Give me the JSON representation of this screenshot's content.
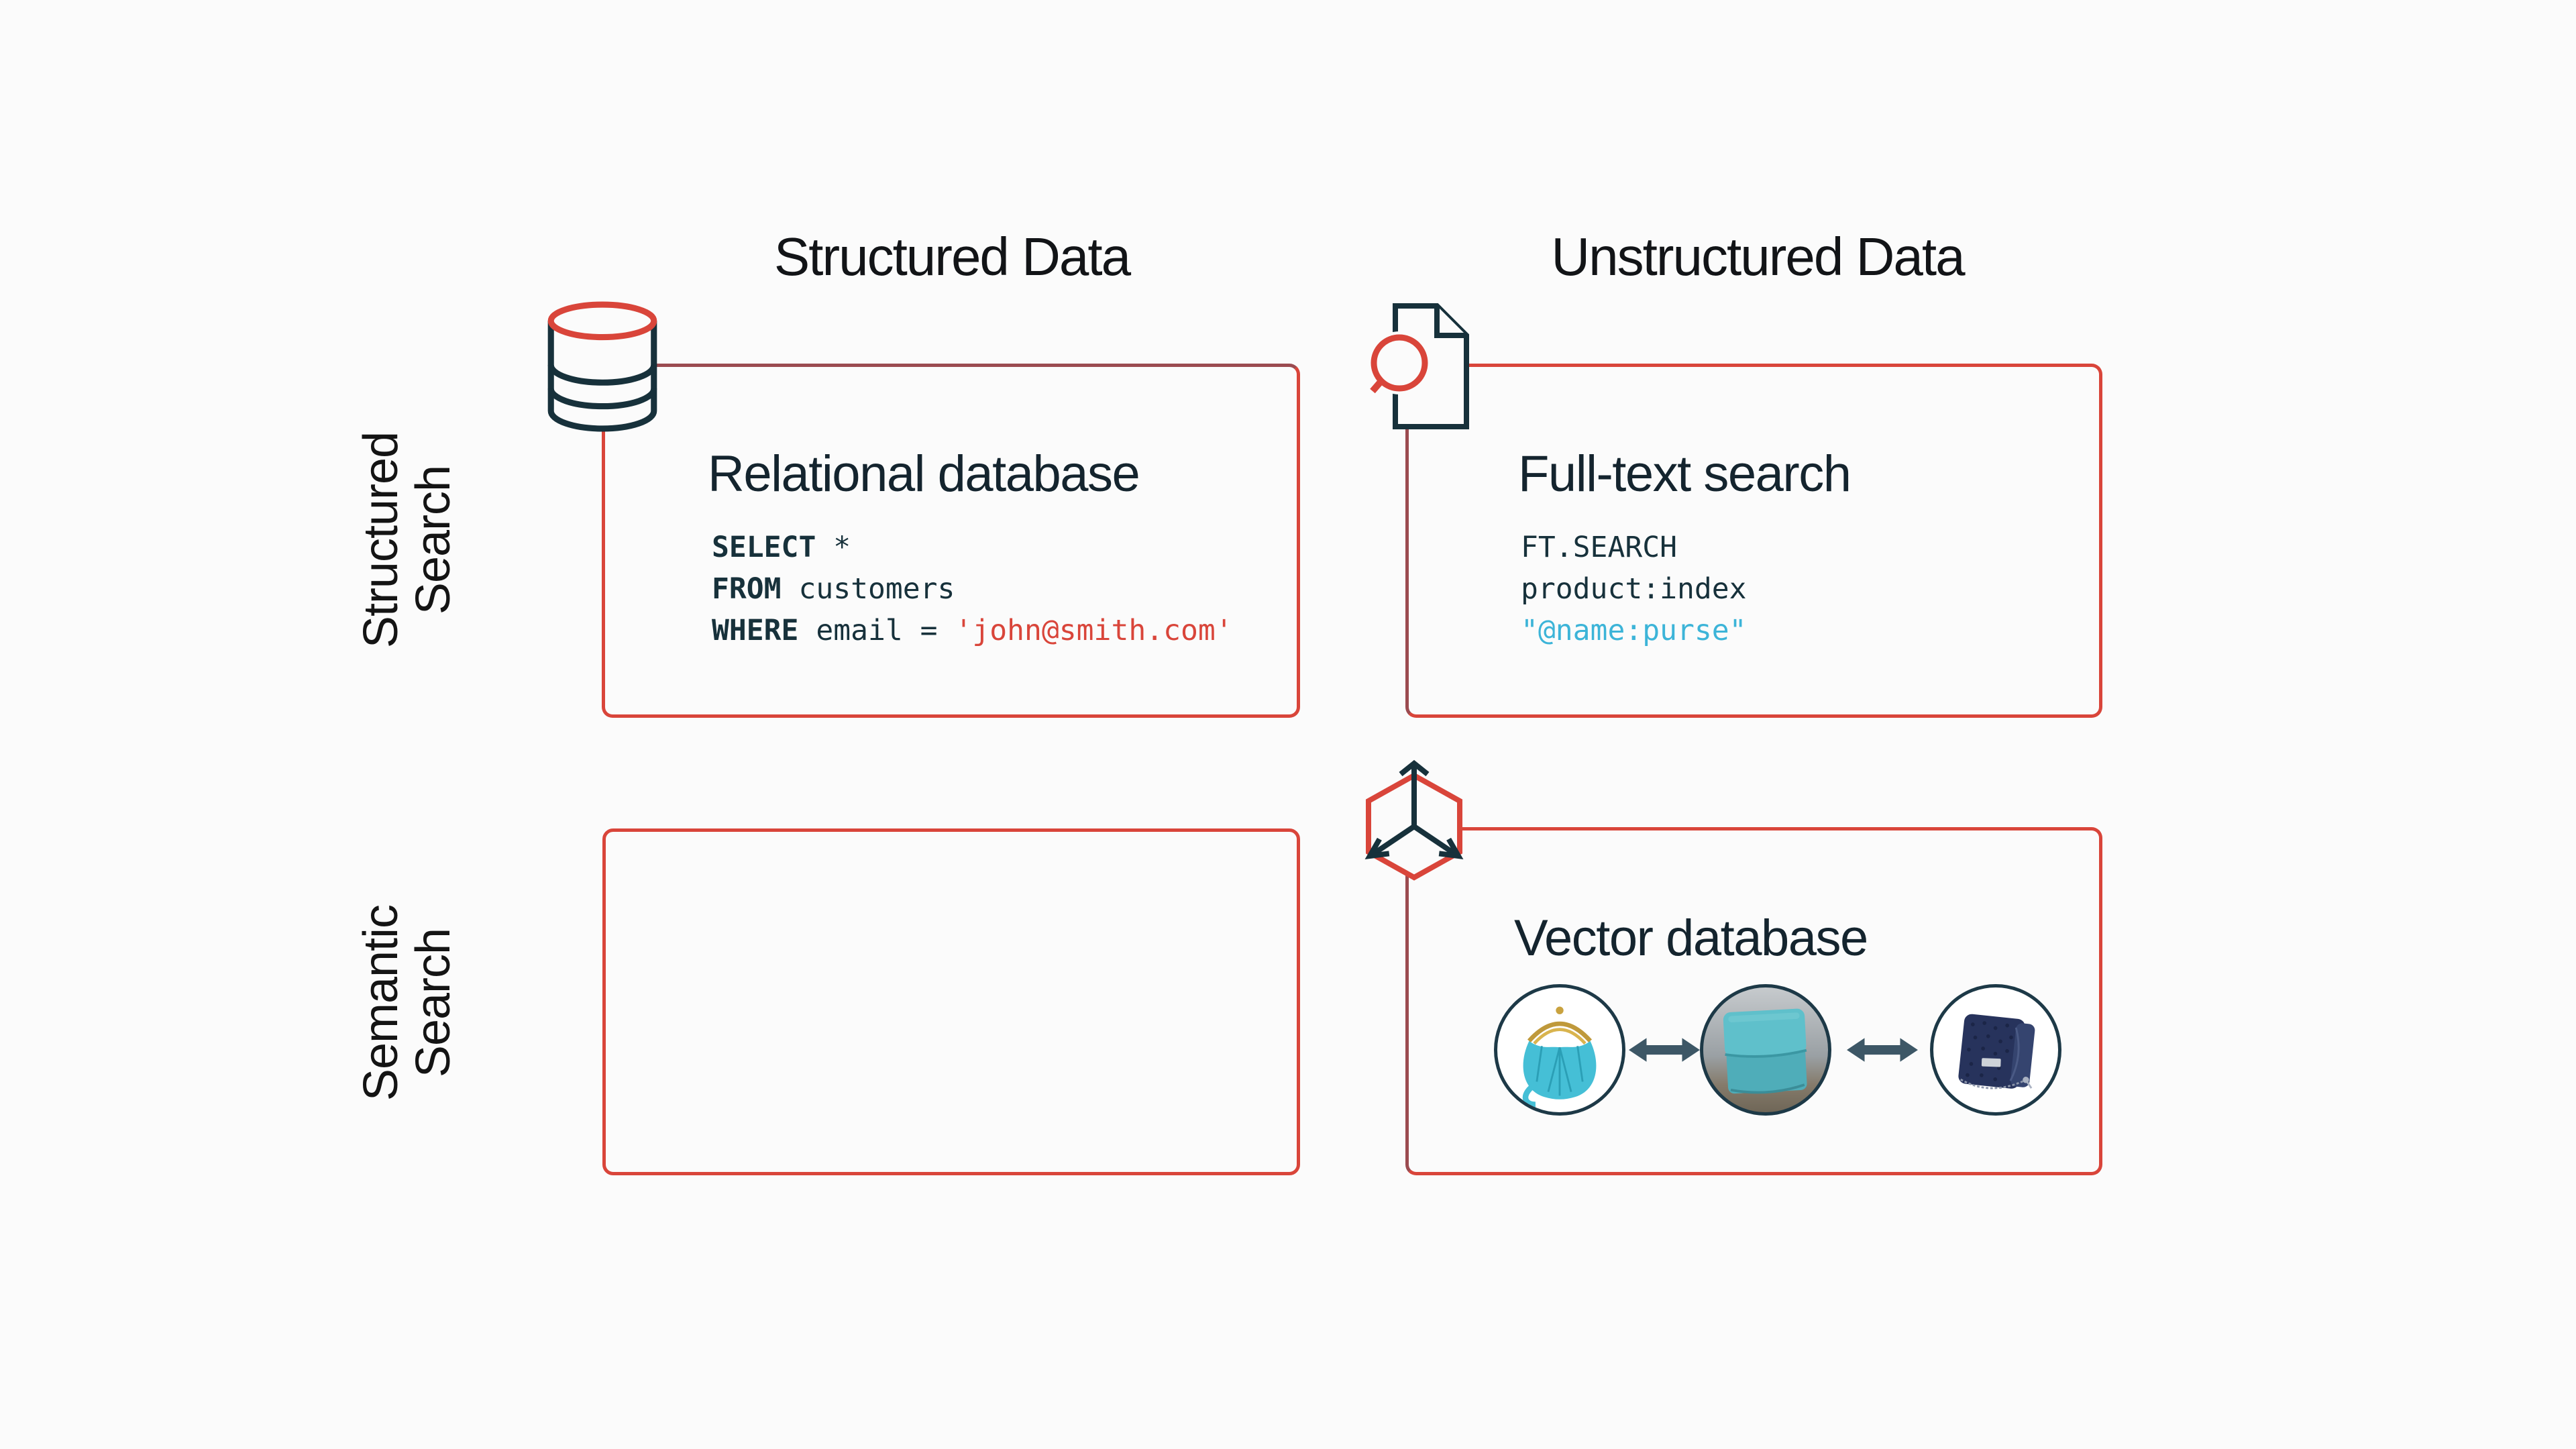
{
  "colors": {
    "background": "#fbfbfb",
    "accent_red": "#d9453a",
    "dark_maroon": "#9b4b50",
    "navy": "#17313b",
    "cyan": "#3cb4d8",
    "arrow": "#3d5766",
    "circle_border": "#1d3947",
    "gold": "#c9a23f",
    "teal": "#45bfd6"
  },
  "columns": [
    {
      "label": "Structured Data"
    },
    {
      "label": "Unstructured Data"
    }
  ],
  "rows": [
    {
      "line1": "Structured",
      "line2": "Search"
    },
    {
      "line1": "Semantic",
      "line2": "Search"
    }
  ],
  "quadrants": {
    "relational": {
      "title": "Relational database",
      "sql": {
        "line1_keyword": "SELECT",
        "line1_rest": " *",
        "line2_keyword": "FROM",
        "line2_rest": " customers",
        "line3_keyword": "WHERE",
        "line3_rest": " email = ",
        "line3_string": "'john@smith.com'"
      }
    },
    "fulltext": {
      "title": "Full-text search",
      "cmd_line1": "FT.SEARCH",
      "cmd_line2": "product:index",
      "cmd_line3": "\"@name:purse\""
    },
    "semantic_structured": {
      "title": ""
    },
    "vector": {
      "title": "Vector database",
      "products": [
        {
          "name": "teal-clutch-purse"
        },
        {
          "name": "teal-leather-wallet"
        },
        {
          "name": "navy-textured-wallet"
        }
      ]
    }
  },
  "icons": {
    "database": "database-cylinder-icon",
    "document_search": "document-search-icon",
    "vector_cube": "vector-cube-axes-icon",
    "similarity": "double-headed-arrow-icon"
  }
}
